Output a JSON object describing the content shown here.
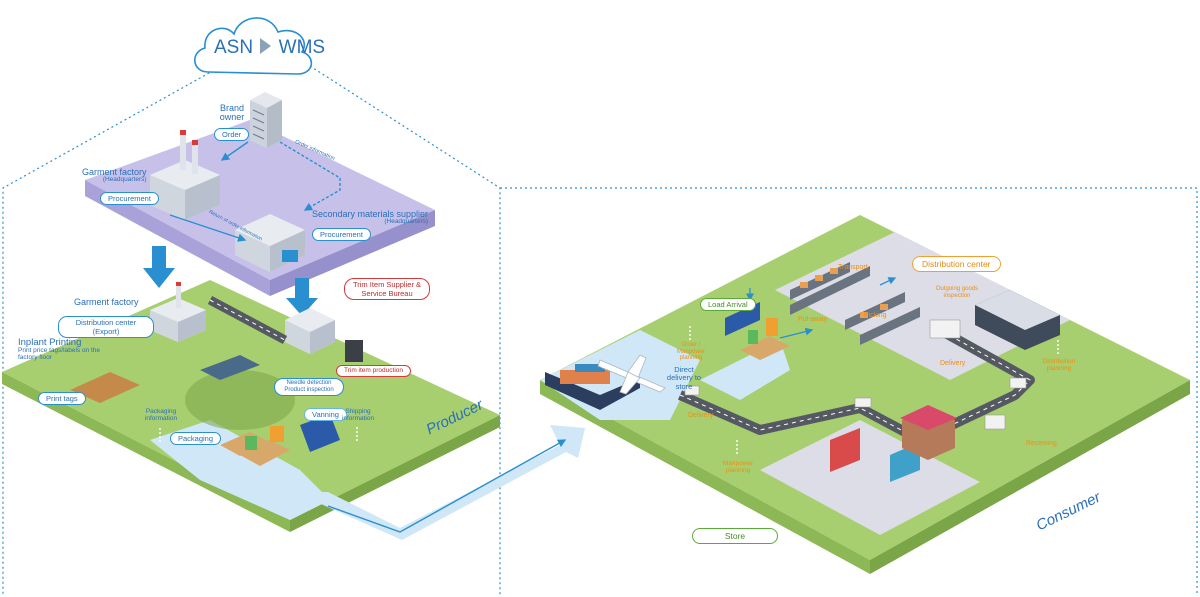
{
  "cloud": {
    "left": "ASN",
    "right": "WMS",
    "arrow_icon": "play-arrow-icon"
  },
  "producer": {
    "title": "Producer",
    "brand_owner": "Brand owner",
    "order": "Order",
    "order_information": "Order information",
    "garment_factory_hq": "Garment factory",
    "headquarters": "(Headquarters)",
    "procurement": "Procurement",
    "return_note": "Return of order information",
    "secondary_supplier": "Secondary materials supplier",
    "secondary_hq": "(Headquarters)",
    "procurement2": "Procurement",
    "trim_supplier": "Trim Item Supplier & Service Bureau",
    "garment_factory": "Garment factory",
    "distribution_center_export": "Distribution center (Export)",
    "inplant_printing": "Inplant Printing",
    "inplant_desc": "Print price tags/labels on the factory floor",
    "print_tags": "Print tags",
    "needle_detection": "Needle detection Product inspection",
    "trim_item_production": "Trim item production",
    "packaging_information": "Packaging information",
    "packaging": "Packaging",
    "vanning": "Vanning",
    "shipping_information": "Shipping information"
  },
  "consumer": {
    "title": "Consumer",
    "transport": "Transport",
    "distribution_center": "Distribution center",
    "outgoing_goods": "Outgoing goods inspection",
    "load_arrival": "Load Arrival",
    "put_away": "Put-away",
    "picking": "Picking",
    "order_manpower": "Order / Manpower planning",
    "direct_delivery": "Direct delivery to store",
    "delivery_left": "Delivery",
    "delivery_right": "Delivery",
    "distribution_planning": "Distribution planning",
    "receiving": "Receiving",
    "manpower_planning": "Manpower planning",
    "store": "Store"
  },
  "colors": {
    "lavender": "#c7c1ea",
    "ground": "#a8cf6f",
    "water": "#cfe7f6",
    "accent_blue": "#2a8fd0",
    "orange": "#f0a030",
    "road": "#555a62"
  }
}
